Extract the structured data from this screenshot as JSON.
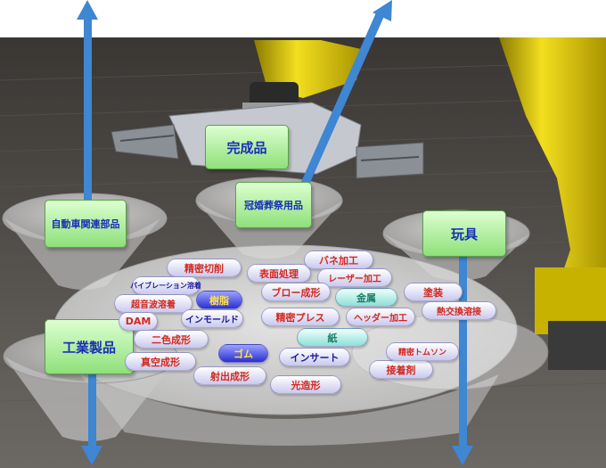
{
  "scene": {
    "colors": {
      "arrow": "#3f86d3",
      "robot": "#f0dc1e",
      "label_fill": "#a8eb94",
      "label_text": "#1a2fb8",
      "pill_text": "#d2281e"
    }
  },
  "outputs": {
    "auto_parts": "自動車関連部品",
    "wedding": "冠婚葬祭用品",
    "toys": "玩具",
    "industrial": "工業製品"
  },
  "gripper": {
    "label": "完成品"
  },
  "materials": [
    {
      "text": "樹脂",
      "style": "blue"
    },
    {
      "text": "ゴム",
      "style": "blue"
    },
    {
      "text": "金属",
      "style": "cyan"
    },
    {
      "text": "紙",
      "style": "cyan"
    },
    {
      "text": "接着剤",
      "style": "std"
    }
  ],
  "processes": [
    "精密切削",
    "表面処理",
    "バネ加工",
    "バイブレーション溶着",
    "レーザー加工",
    "超音波溶着",
    "ブロー成形",
    "塗装",
    "DAM",
    "インモールド",
    "精密プレス",
    "ヘッダー加工",
    "熱交換溶接",
    "二色成形",
    "真空成形",
    "インサート",
    "精密トムソン",
    "射出成形",
    "光造形"
  ]
}
